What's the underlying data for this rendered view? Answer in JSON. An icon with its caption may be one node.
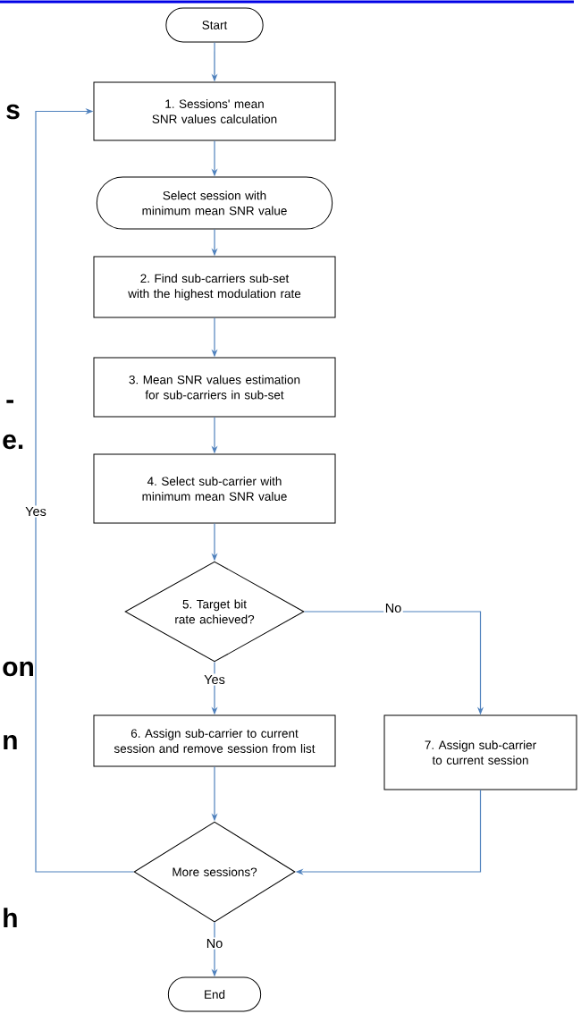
{
  "diagram": {
    "nodes": [
      {
        "text": [
          "Start"
        ]
      },
      {
        "text": [
          "1. Sessions' mean SNR values calculation"
        ]
      },
      {
        "text": [
          "Select session with minimum mean SNR value"
        ]
      },
      {
        "text": [
          "2. Find sub-carriers sub-set with the highest modulation rate"
        ]
      },
      {
        "text": [
          "3. Mean SNR values estimation for sub-carriers in sub-set"
        ]
      },
      {
        "text": [
          "4. Select sub-carrier with minimum mean SNR value"
        ]
      },
      {
        "text": [
          "5. Target bit rate achieved?"
        ]
      },
      {
        "text": [
          "6. Assign sub-carrier to current session and remove session from list"
        ]
      },
      {
        "text": [
          "7. Assign sub-carrier to current session"
        ]
      },
      {
        "text": [
          "More sessions?"
        ]
      },
      {
        "text": [
          "End"
        ]
      }
    ],
    "edges": [
      {
        "from": 0,
        "to": 1,
        "arrow": "to"
      },
      {
        "from": 1,
        "to": 2,
        "arrow": "to"
      },
      {
        "from": 2,
        "to": 3,
        "arrow": "to"
      },
      {
        "from": 3,
        "to": 4,
        "arrow": "to"
      },
      {
        "from": 4,
        "to": 5,
        "arrow": "to"
      },
      {
        "from": 5,
        "to": 6,
        "arrow": "to"
      },
      {
        "from": 6,
        "to": 7,
        "arrow": "to",
        "label": "Yes"
      },
      {
        "from": 6,
        "to": 8,
        "arrow": "to",
        "label": "No"
      },
      {
        "from": 7,
        "to": 9,
        "arrow": "to"
      },
      {
        "from": 8,
        "to": 9,
        "arrow": "to"
      },
      {
        "from": 9,
        "to": 10,
        "arrow": "to",
        "label": "No"
      },
      {
        "from": 9,
        "to": 1,
        "arrow": "to",
        "label": "Yes"
      }
    ],
    "labels": [
      "s",
      "-",
      "e.",
      "on",
      "n",
      "h"
    ]
  }
}
